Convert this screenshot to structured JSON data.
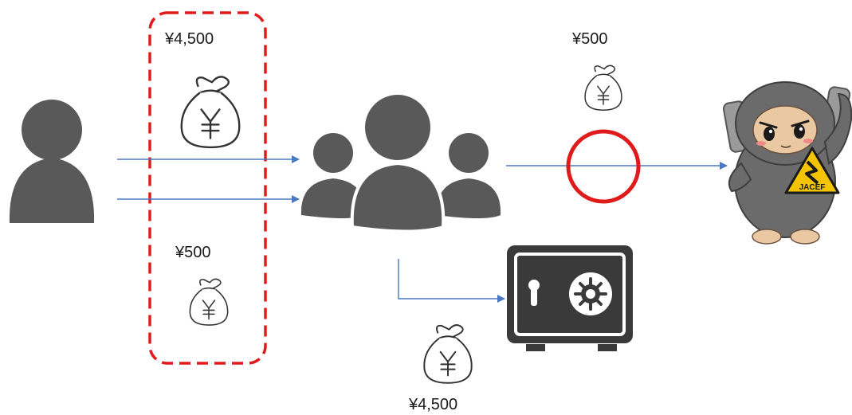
{
  "labels": {
    "payment_to_group": "¥4,500",
    "fee_to_group": "¥500",
    "fee_to_mascot": "¥500",
    "saved_amount": "¥4,500"
  },
  "mascot": {
    "badge_text": "JACEF"
  },
  "colors": {
    "arrow": "#4a78c2",
    "dashed_box": "#e01b1b",
    "circle_mark": "#e01b1b",
    "figure": "#595959",
    "mascot_body": "#6b6b6b"
  }
}
